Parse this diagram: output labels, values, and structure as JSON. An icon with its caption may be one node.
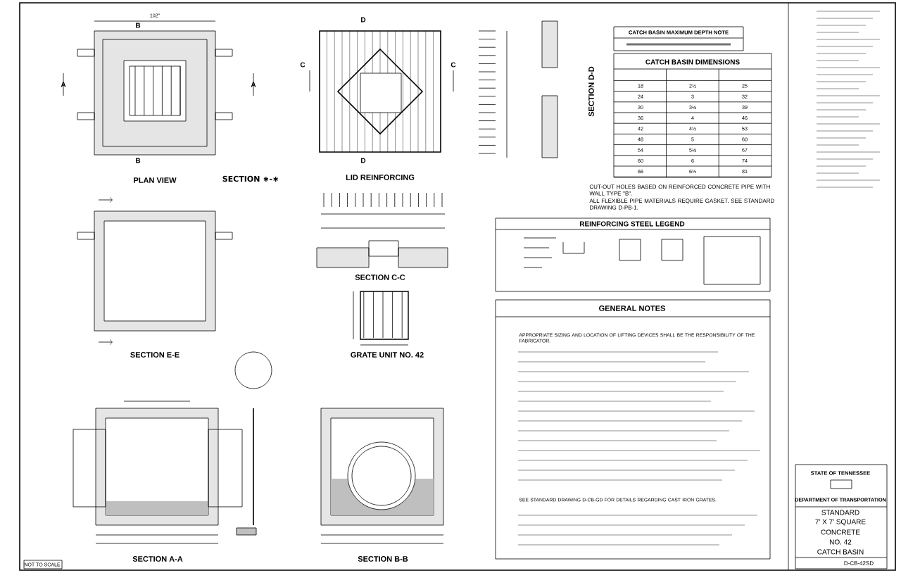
{
  "diagram": {
    "labels": [
      "102\"",
      "A",
      "A",
      "B",
      "B",
      "PLAN VIEW",
      "SECTION ∗-∗",
      "D",
      "D",
      "C",
      "C",
      "LID REINFORCING",
      "SECTION C-C",
      "SECTION E-E",
      "GRATE UNIT NO. 42",
      "SECTION A-A",
      "SECTION B-B",
      "NOT TO SCALE",
      "SECTION D-D",
      "CATCH BASIN MAXIMUM DEPTH NOTE",
      "CATCH BASIN DIMENSIONS",
      "18",
      "2½",
      "25",
      "24",
      "3",
      "32",
      "30",
      "3½",
      "39",
      "36",
      "4",
      "46",
      "42",
      "4½",
      "53",
      "48",
      "5",
      "60",
      "54",
      "5½",
      "67",
      "60",
      "6",
      "74",
      "66",
      "6½",
      "81",
      "CUT-OUT HOLES BASED ON REINFORCED CONCRETE PIPE WITH WALL TYPE \"B\".",
      "ALL FLEXIBLE PIPE MATERIALS REQUIRE GASKET. SEE STANDARD DRAWING D-PB-1.",
      "REINFORCING STEEL LEGEND",
      "GENERAL NOTES",
      "APPROPRIATE SIZING AND LOCATION OF LIFTING DEVICES SHALL BE THE RESPONSIBILITY OF THE FABRICATOR.",
      "SEE STANDARD DRAWING D-CB-GD FOR DETAILS REGARDING CAST IRON GRATES.",
      "STATE OF TENNESSEE",
      "DEPARTMENT OF TRANSPORTATION",
      "STANDARD",
      "7' X 7' SQUARE",
      "CONCRETE",
      "NO. 42",
      "CATCH BASIN",
      "D-CB-42SD"
    ]
  }
}
